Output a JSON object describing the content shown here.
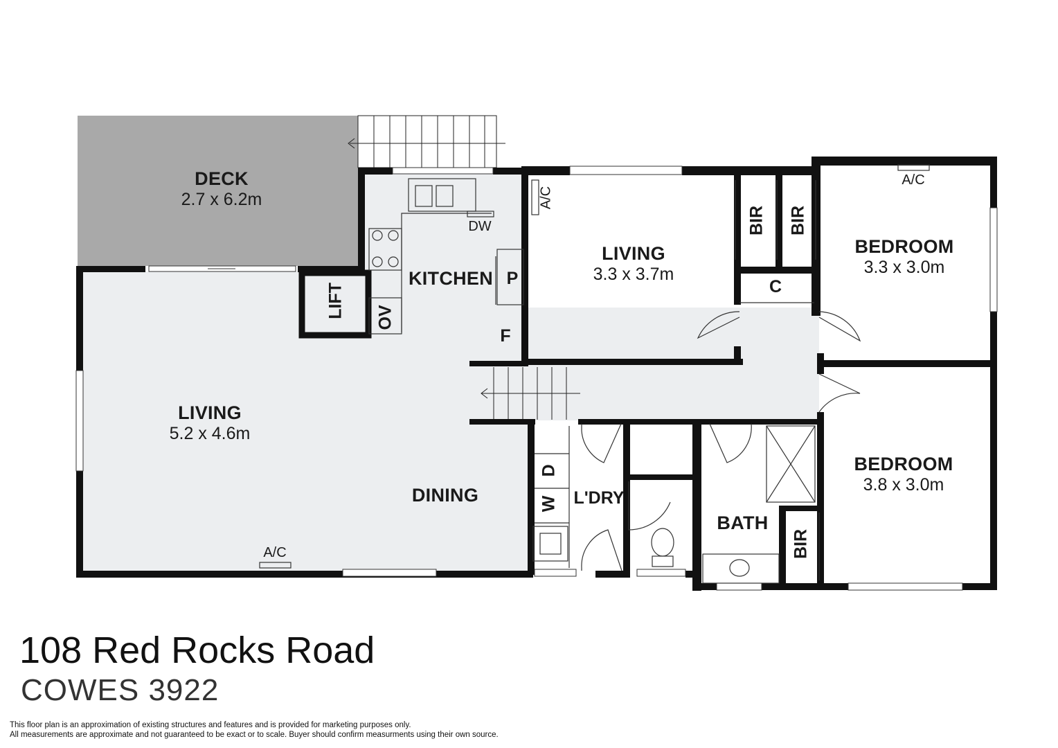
{
  "rooms": {
    "deck": {
      "name": "DECK",
      "size": "2.7 x 6.2m"
    },
    "living_main": {
      "name": "LIVING",
      "size": "5.2 x 4.6m"
    },
    "dining": {
      "name": "DINING"
    },
    "kitchen": {
      "name": "KITCHEN"
    },
    "living_2": {
      "name": "LIVING",
      "size": "3.3 x 3.7m"
    },
    "bedroom_1": {
      "name": "BEDROOM",
      "size": "3.3 x 3.0m"
    },
    "bedroom_2": {
      "name": "BEDROOM",
      "size": "3.8 x 3.0m"
    },
    "laundry": {
      "name": "L'DRY"
    },
    "bath": {
      "name": "BATH"
    }
  },
  "fixtures": {
    "lift": "LIFT",
    "oven": "OV",
    "pantry": "P",
    "fridge": "F",
    "dishwasher": "DW",
    "ac_kitchen": "A/C",
    "ac_bedroom": "A/C",
    "ac_living": "A/C",
    "bir_1": "BIR",
    "bir_2": "BIR",
    "bir_3": "BIR",
    "cupboard": "C",
    "dryer": "D",
    "washer": "W"
  },
  "address": {
    "street": "108 Red Rocks Road",
    "suburb": "COWES 3922"
  },
  "disclaimer": {
    "line1": "This floor plan is an approximation of existing structures and features and is provided for marketing purposes only.",
    "line2": "All measurements are approximate and not guaranteed to be exact or to scale. Buyer should confirm measurments using their own source."
  },
  "colors": {
    "wall": "#111111",
    "floor": "#eceef0",
    "deck": "#a9a9a9",
    "background": "#ffffff"
  }
}
